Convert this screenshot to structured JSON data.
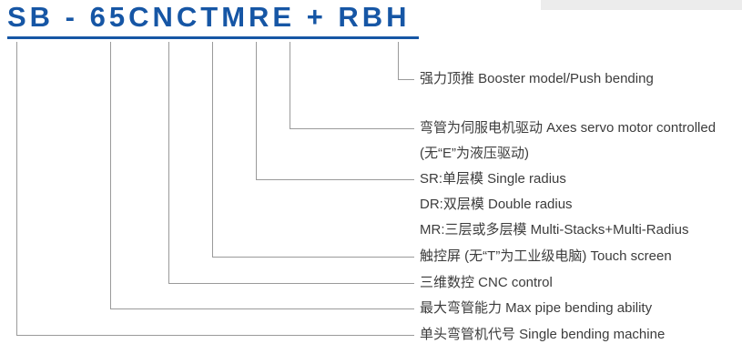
{
  "title": {
    "text": "SB - 65CNCTMRE + RBH"
  },
  "colors": {
    "accent_blue": "#1656a5",
    "leader_line_gray": "#9a9a9a",
    "label_text": "#3c3c3c"
  },
  "callouts": [
    {
      "code_part": "RBH",
      "text": "强力顶推 Booster model/Push bending"
    },
    {
      "code_part": "E",
      "text": "弯管为伺服电机驱动 Axes servo motor controlled"
    },
    {
      "code_part": "E",
      "text": "(无“E”为液压驱动)"
    },
    {
      "code_part": "MR",
      "text": "SR:单层模 Single radius"
    },
    {
      "code_part": "MR",
      "text": "DR:双层模 Double radius"
    },
    {
      "code_part": "MR",
      "text": "MR:三层或多层模 Multi-Stacks+Multi-Radius"
    },
    {
      "code_part": "T",
      "text": "触控屏 (无“T”为工业级电脑) Touch screen"
    },
    {
      "code_part": "CNC",
      "text": "三维数控 CNC control"
    },
    {
      "code_part": "65",
      "text": "最大弯管能力 Max pipe bending ability"
    },
    {
      "code_part": "SB",
      "text": "单头弯管机代号 Single bending machine"
    }
  ]
}
